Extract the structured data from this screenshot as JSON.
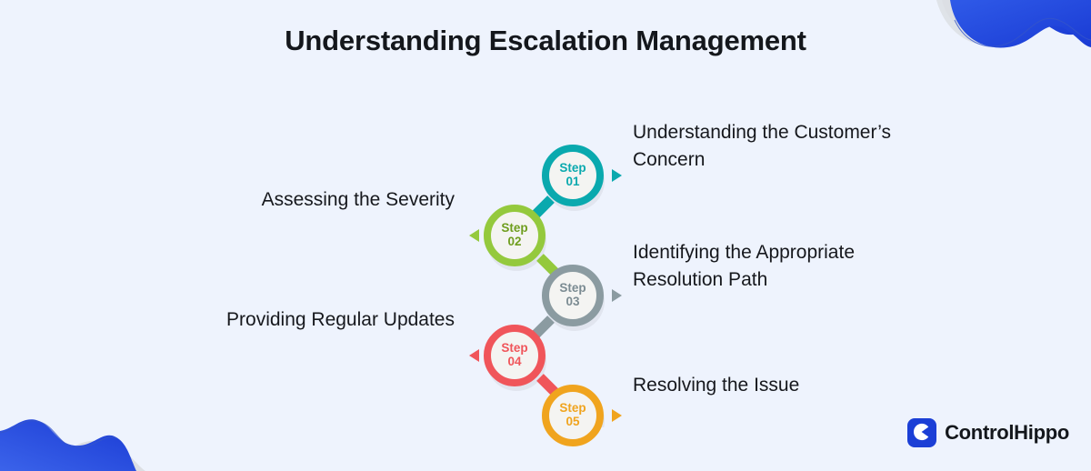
{
  "page": {
    "title": "Understanding Escalation Management",
    "background_color": "#eef3fd",
    "title_color": "#14171c"
  },
  "decoration": {
    "top_right": {
      "name": "blue-wave-blob-top-right",
      "blue_dark": "#1a3bd4",
      "blue_light": "#2f5ae8",
      "grey": "#dcdfe4",
      "outline": "#3556c8"
    },
    "bottom_left": {
      "name": "blue-wave-blob-bottom-left",
      "blue_dark": "#1a3bd4",
      "blue_light": "#3b63ea",
      "grey": "#dcdfe4",
      "outline": "#3556c8"
    }
  },
  "flow": {
    "steps": [
      {
        "step_word": "Step",
        "step_number": "01",
        "label": "Understanding the Customer’s Concern",
        "color": "#0aa9ae",
        "side": "right",
        "arrow": "right-triangle-icon"
      },
      {
        "step_word": "Step",
        "step_number": "02",
        "label": "Assessing the Severity",
        "color": "#94c93d",
        "side": "left",
        "arrow": "left-triangle-icon"
      },
      {
        "step_word": "Step",
        "step_number": "03",
        "label": "Identifying the Appropriate Resolution Path",
        "color": "#8b9ba1",
        "side": "right",
        "arrow": "right-triangle-icon"
      },
      {
        "step_word": "Step",
        "step_number": "04",
        "label": "Providing Regular Updates",
        "color": "#f0555a",
        "side": "left",
        "arrow": "left-triangle-icon"
      },
      {
        "step_word": "Step",
        "step_number": "05",
        "label": "Resolving the Issue",
        "color": "#f0a41e",
        "side": "right",
        "arrow": "right-triangle-icon"
      }
    ]
  },
  "logo": {
    "name": "ControlHippo",
    "wordmark": "ControlHippo",
    "mark_color": "#1b3fd6",
    "mark_glyph_color": "#ffffff"
  }
}
